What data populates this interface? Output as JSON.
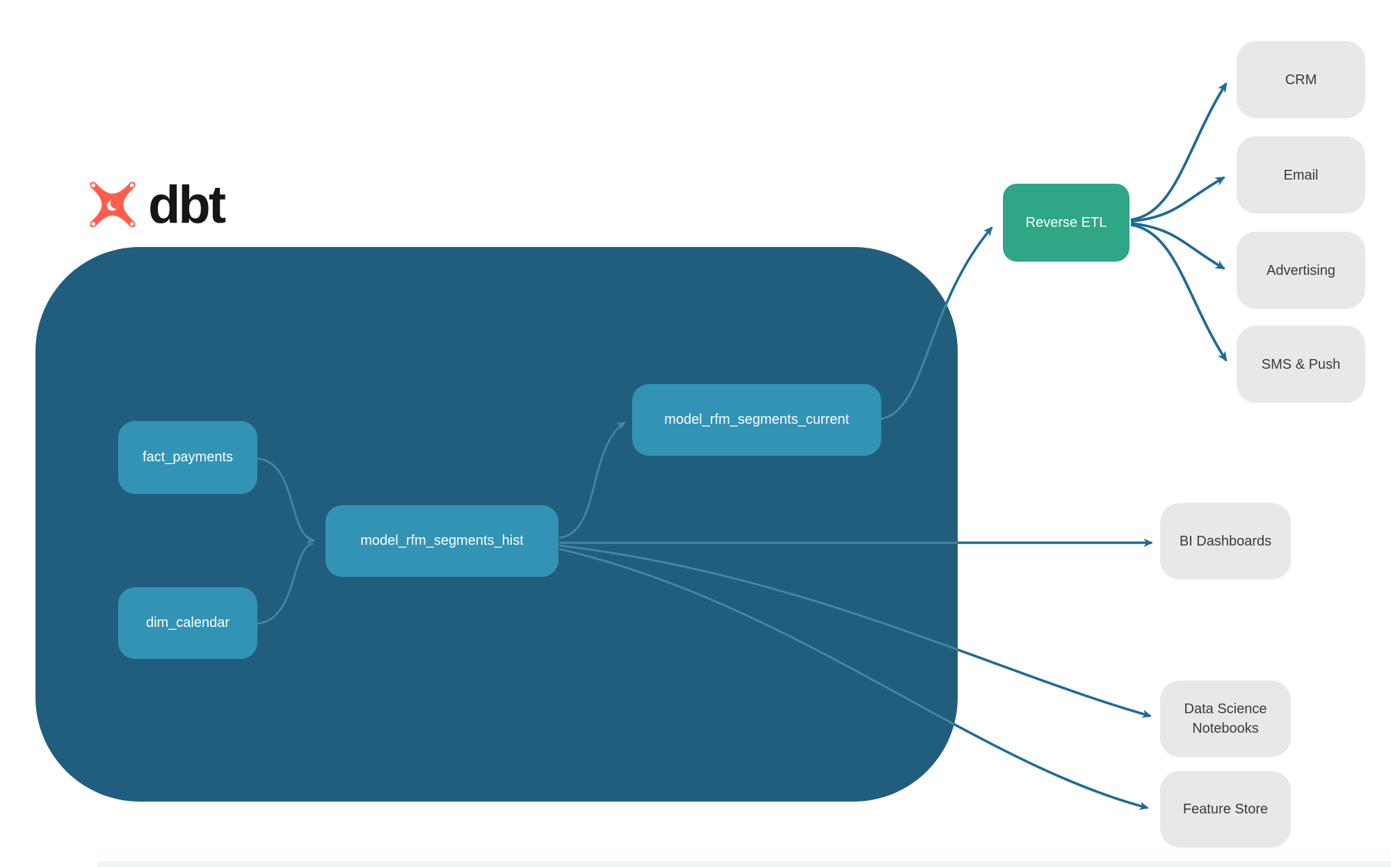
{
  "brand": {
    "name": "dbt",
    "icon": "dbt-star-icon"
  },
  "colors": {
    "warehouse_container": "#215E7D",
    "model_node": "#3293B5",
    "reverse_etl_node": "#2FA685",
    "destination_node": "#E8E8E8",
    "edge_dark": "#1F6B94",
    "edge_light": "#4B86A3",
    "logo_orange": "#FF5E4D",
    "node_text": "#FFFFFF",
    "destination_text": "#3A3A3A"
  },
  "pipeline": {
    "sources": [
      {
        "label": "fact_payments"
      },
      {
        "label": "dim_calendar"
      }
    ],
    "models": [
      {
        "label": "model_rfm_segments_hist"
      },
      {
        "label": "model_rfm_segments_current"
      }
    ]
  },
  "reverse_etl": {
    "label": "Reverse ETL"
  },
  "destinations": [
    {
      "label": "CRM"
    },
    {
      "label": "Email"
    },
    {
      "label": "Advertising"
    },
    {
      "label": "SMS & Push"
    }
  ],
  "outputs": [
    {
      "label": "BI Dashboards"
    },
    {
      "label": "Data Science Notebooks"
    },
    {
      "label": "Feature Store"
    }
  ],
  "flows": [
    {
      "from": "fact_payments",
      "to": "model_rfm_segments_hist"
    },
    {
      "from": "dim_calendar",
      "to": "model_rfm_segments_hist"
    },
    {
      "from": "model_rfm_segments_hist",
      "to": "model_rfm_segments_current"
    },
    {
      "from": "model_rfm_segments_current",
      "to": "Reverse ETL"
    },
    {
      "from": "Reverse ETL",
      "to": "CRM"
    },
    {
      "from": "Reverse ETL",
      "to": "Email"
    },
    {
      "from": "Reverse ETL",
      "to": "Advertising"
    },
    {
      "from": "Reverse ETL",
      "to": "SMS & Push"
    },
    {
      "from": "model_rfm_segments_hist",
      "to": "BI Dashboards"
    },
    {
      "from": "model_rfm_segments_hist",
      "to": "Data Science Notebooks"
    },
    {
      "from": "model_rfm_segments_hist",
      "to": "Feature Store"
    }
  ]
}
